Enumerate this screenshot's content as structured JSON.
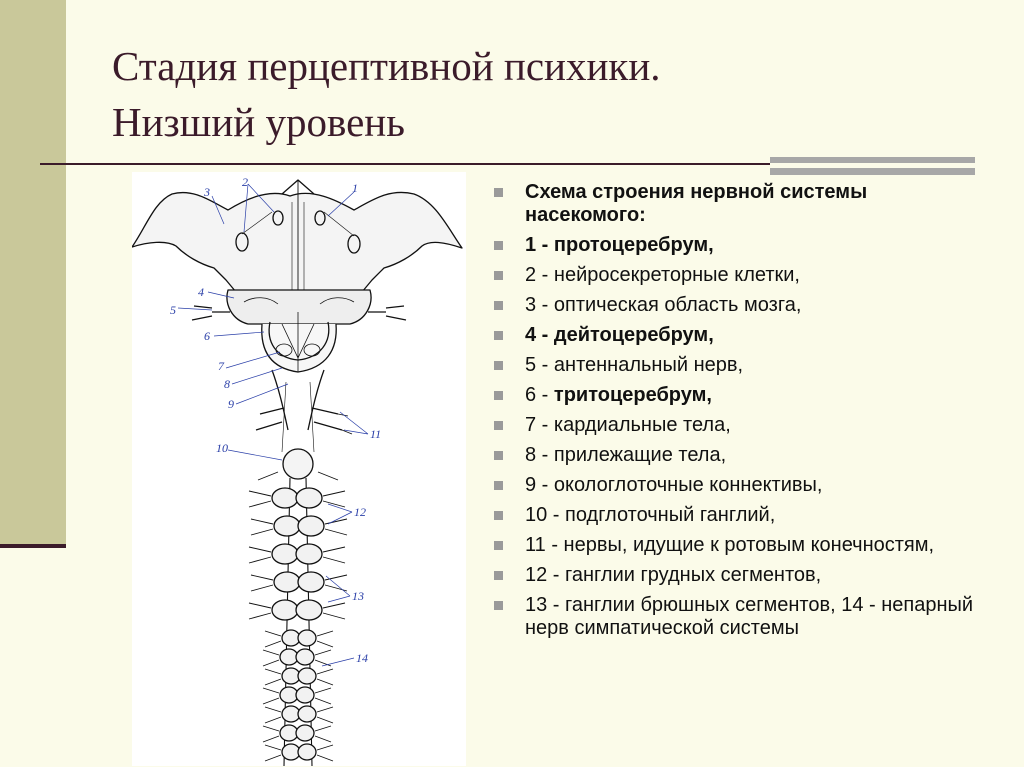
{
  "slide": {
    "title_line1": "Стадия перцептивной психики.",
    "title_line2": "Низший уровень"
  },
  "figure": {
    "labels": [
      "1",
      "2",
      "3",
      "4",
      "5",
      "6",
      "7",
      "8",
      "9",
      "10",
      "11",
      "12",
      "13",
      "14"
    ]
  },
  "list": {
    "items": [
      {
        "bold": "Схема строения нервной системы насекомого:",
        "text": ""
      },
      {
        "bold": "1 - протоцеребрум,",
        "text": ""
      },
      {
        "bold": "",
        "text": " 2 - нейросекреторные клетки,"
      },
      {
        "bold": "",
        "text": " 3 - оптическая область мозга,"
      },
      {
        "bold": "4 - дейтоцеребрум,",
        "text": ""
      },
      {
        "bold": "",
        "text": "5 - антеннальный нерв,"
      },
      {
        "prefix": "6 - ",
        "bold": "тритоцеребрум,",
        "text": ""
      },
      {
        "bold": "",
        "text": "7 - кардиальные тела,"
      },
      {
        "bold": "",
        "text": "8 - прилежащие тела,"
      },
      {
        "bold": "",
        "text": "9 - окологлоточные коннективы,"
      },
      {
        "bold": "",
        "text": "10 - подглоточный ганглий,"
      },
      {
        "bold": "",
        "text": "11 - нервы, идущие к ротовым конечностям,"
      },
      {
        "bold": "",
        "text": "12 - ганглии грудных сегментов,"
      },
      {
        "bold": "",
        "text": "13 - ганглии брюшных сегментов, 14 - непарный нерв симпатической системы"
      }
    ]
  }
}
